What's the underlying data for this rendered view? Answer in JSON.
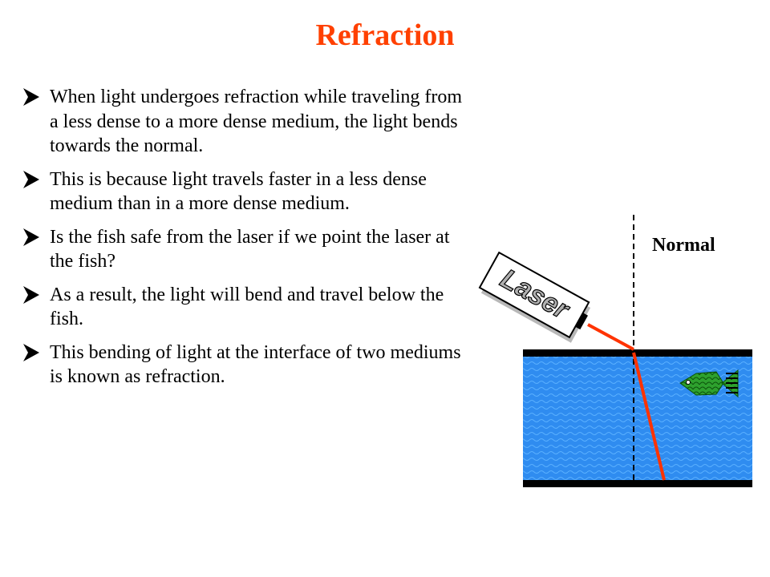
{
  "slide": {
    "title": "Refraction",
    "bullets": [
      "When light undergoes refraction while traveling from a less dense to a more dense medium, the light bends towards the normal.",
      "This is because light travels faster in a less dense medium than in a more dense medium.",
      "Is the fish safe from the laser if we point the laser at the fish?",
      "As a result, the light will bend and travel below the fish.",
      "This bending of light at the interface of two mediums is known as refraction."
    ]
  },
  "diagram": {
    "normal_label": "Normal",
    "laser_label": "Laser",
    "icons": [
      "arrow-bullet-icon",
      "laser-icon",
      "fish-icon",
      "water-tank-icon"
    ],
    "colors": {
      "title": "#ff4000",
      "water": "#2f8cf0",
      "laser_beam": "#ff3300",
      "fish": "#33aa33"
    }
  }
}
